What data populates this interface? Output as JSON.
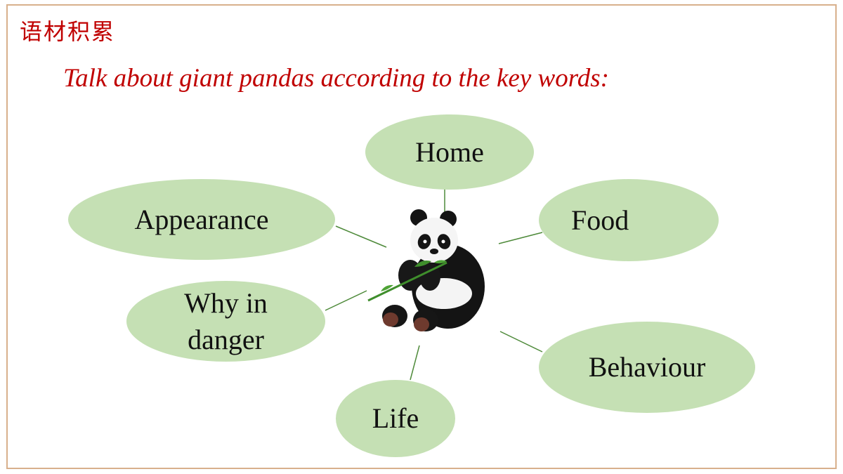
{
  "heading": "语材积累",
  "subtitle": "Talk about giant pandas according to the key words:",
  "keywords": {
    "home": "Home",
    "appearance": "Appearance",
    "food": "Food",
    "why_in_danger_line1": "Why in",
    "why_in_danger_line2": "danger",
    "behaviour": "Behaviour",
    "life": "Life"
  },
  "colors": {
    "title_red": "#c00000",
    "bubble_green": "#c5e0b4",
    "link_green": "#4e8a3a",
    "frame_border": "#d8b08c"
  }
}
